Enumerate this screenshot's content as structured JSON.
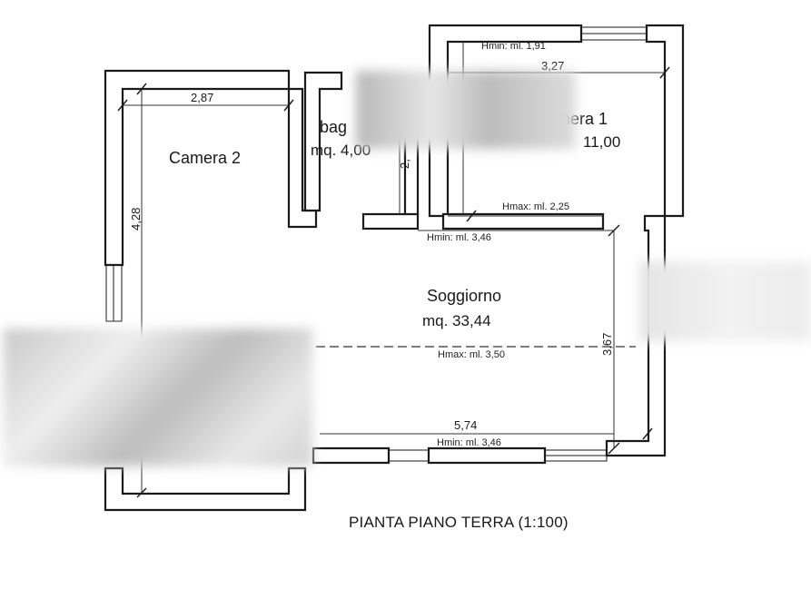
{
  "plan": {
    "title": "PIANTA PIANO TERRA (1:100)",
    "rooms": {
      "camera2": {
        "name": "Camera 2"
      },
      "bagno": {
        "name": "bag",
        "area": "mq.  4,00"
      },
      "camera1": {
        "name": "nera 1",
        "area": "11,00"
      },
      "soggiorno": {
        "name": "Soggiorno",
        "area": "mq.  33,44"
      }
    },
    "dimensions": {
      "camera2_width": "2,87",
      "camera2_depth": "4,28",
      "soggiorno_width": "5,74",
      "soggiorno_depth": "3,67",
      "camera1_width": "3,27",
      "bagno_depth": "2,"
    },
    "heights": {
      "camera1_hmin": "Hmin: ml. 1,91",
      "camera1_hmax": "Hmax: ml. 2,25",
      "corridor_hmin": "Hmin: ml. 3,46",
      "soggiorno_hmax": "Hmax: ml. 3,50",
      "soggiorno_hmin": "Hmin: ml. 3,46"
    },
    "colors": {
      "wall": "#1a1a1a",
      "background": "#ffffff",
      "dimension_line": "#333333"
    }
  }
}
